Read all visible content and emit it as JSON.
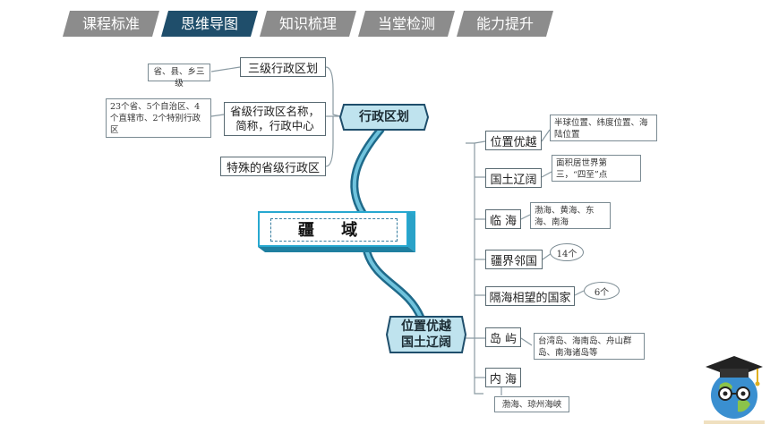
{
  "nav": {
    "tabs": [
      {
        "label": "课程标准",
        "active": false
      },
      {
        "label": "思维导图",
        "active": true
      },
      {
        "label": "知识梳理",
        "active": false
      },
      {
        "label": "当堂检测",
        "active": false
      },
      {
        "label": "能力提升",
        "active": false
      }
    ]
  },
  "mindmap": {
    "center": "疆 域",
    "hub_top": "行政区划",
    "hub_bottom": "位置优越\n国土辽阔",
    "left_items": [
      {
        "label": "三级行政区划",
        "note": "省、县、乡三级"
      },
      {
        "label": "省级行政区名称，简称，行政中心",
        "note": "23个省、5个自治区、4个直辖市、2个特别行政区"
      },
      {
        "label": "特殊的省级行政区",
        "note": ""
      }
    ],
    "right_items": [
      {
        "label": "位置优越",
        "note": "半球位置、纬度位置、海陆位置"
      },
      {
        "label": "国土辽阔",
        "note": "面积居世界第三，“四至”点"
      },
      {
        "label": "临 海",
        "note": "渤海、黄海、东海、南海"
      },
      {
        "label": "疆界邻国",
        "note": "14个"
      },
      {
        "label": "隔海相望的国家",
        "note": "6个"
      },
      {
        "label": "岛 屿",
        "note": "台湾岛、海南岛、舟山群岛、南海诸岛等"
      },
      {
        "label": "内 海",
        "note": "渤海、琼州海峡"
      }
    ]
  },
  "colors": {
    "tab_active": "#1f4e6b",
    "tab_inactive": "#8c8c8c",
    "connector": "#1f6a8a",
    "hub_fill": "#bfe3ee",
    "center_border": "#27a8d0"
  },
  "icons": [
    "graduation-cap-globe-icon"
  ]
}
